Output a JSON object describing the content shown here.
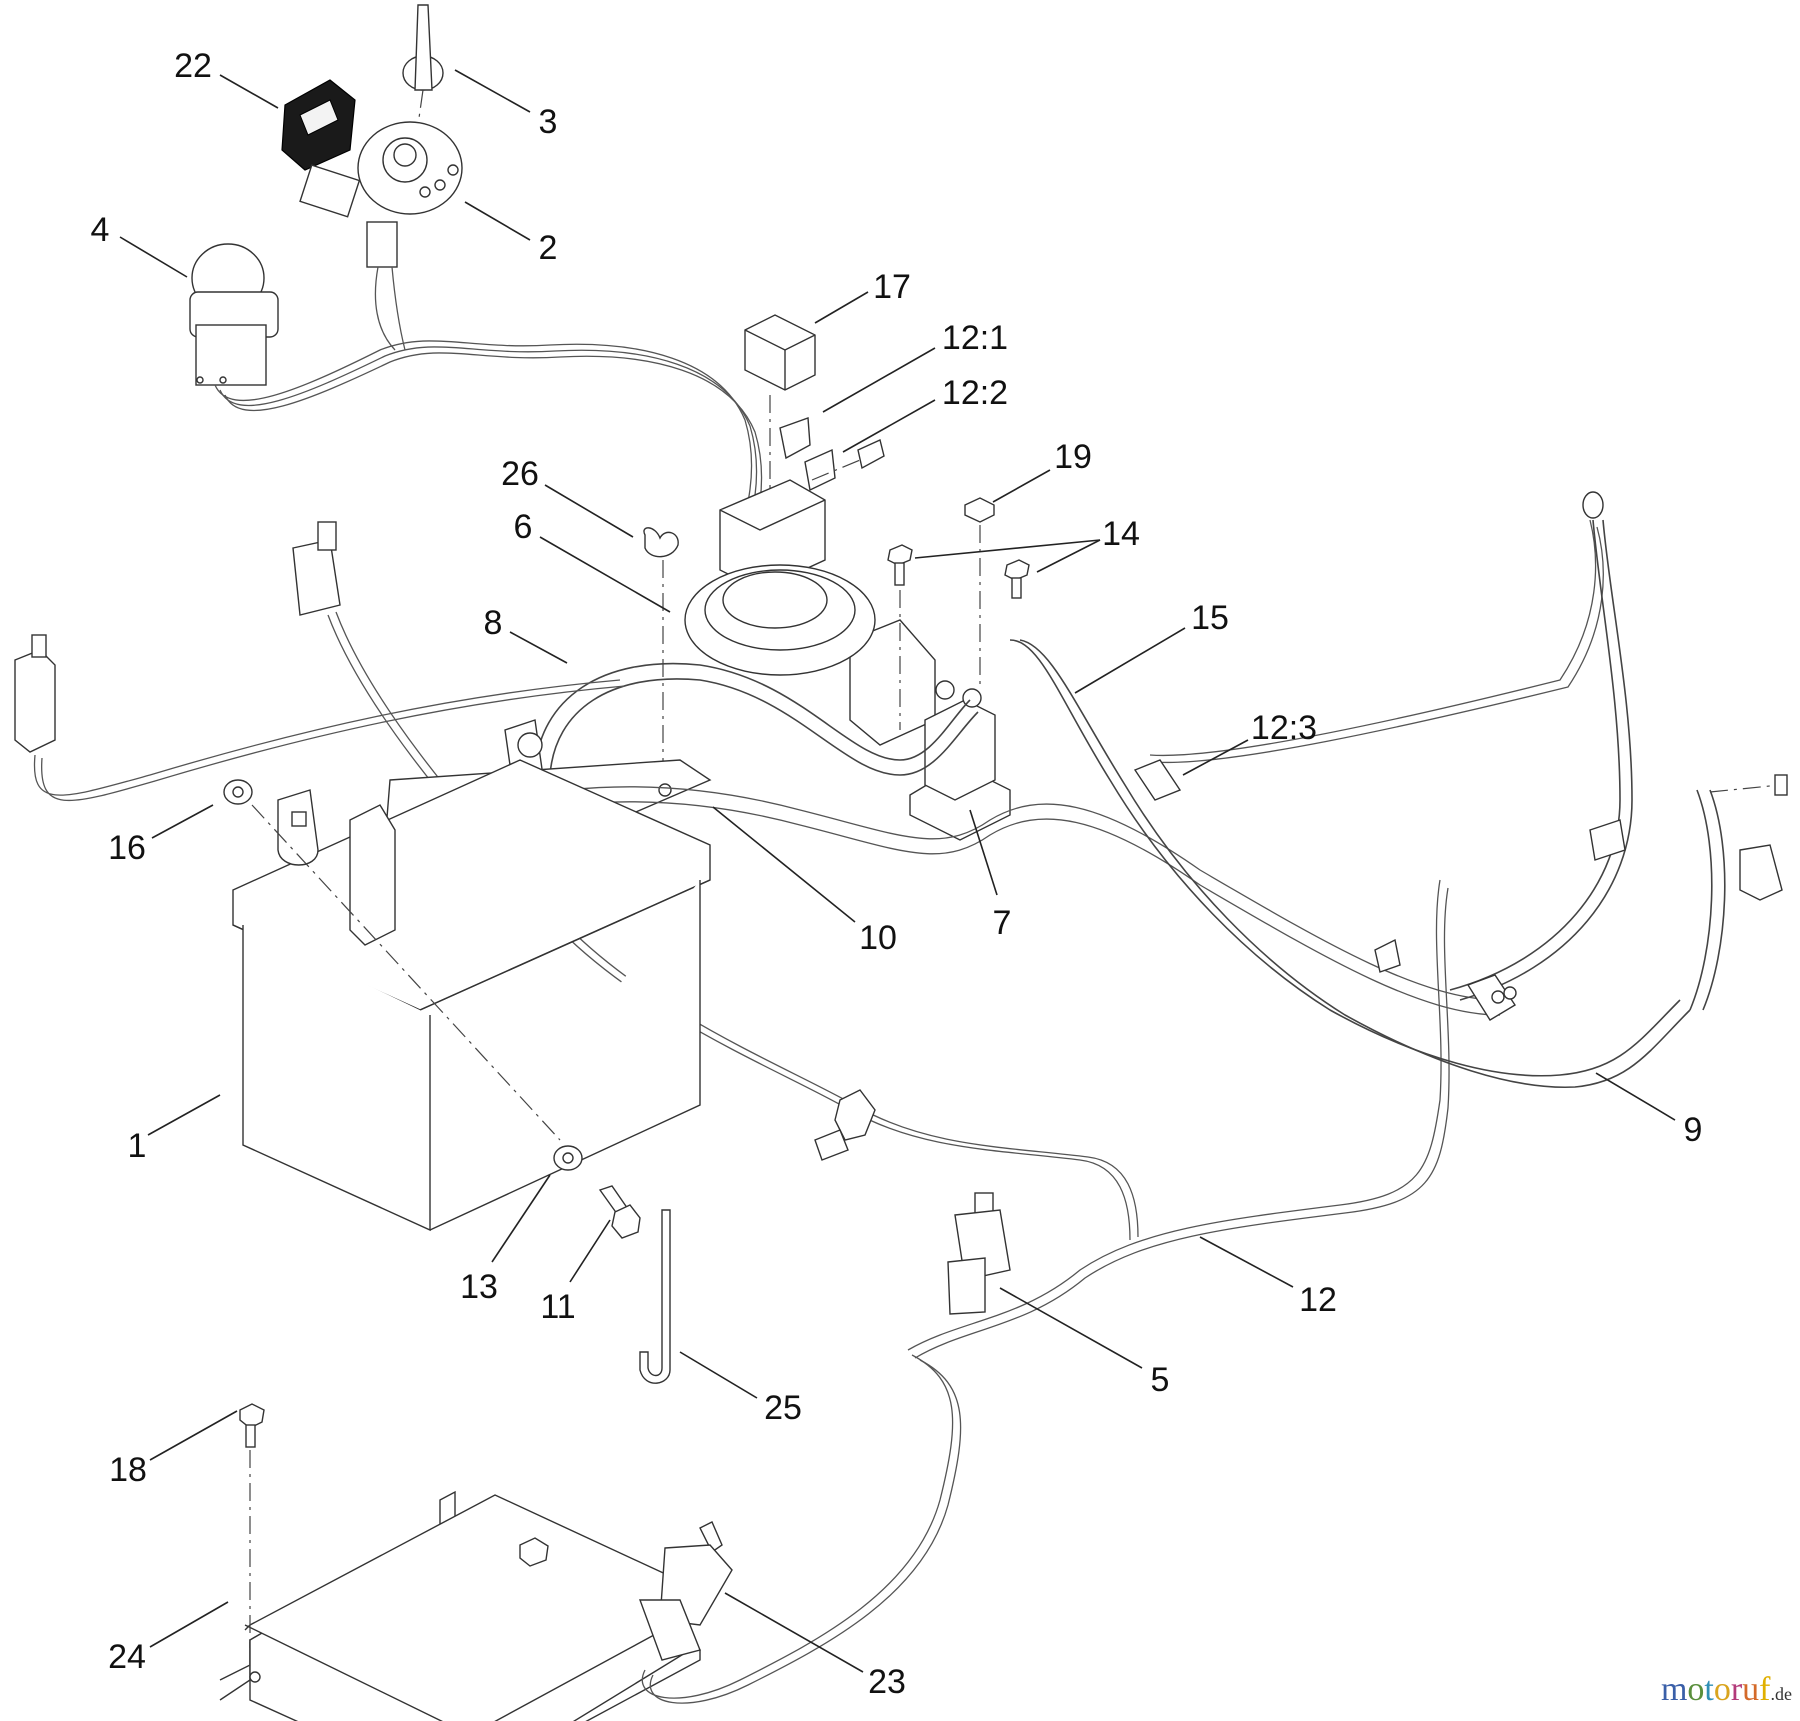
{
  "diagram": {
    "type": "exploded parts diagram - electrical system / wiring harness",
    "callouts": [
      {
        "id": "c22",
        "label": "22",
        "part": "relay-connector-block"
      },
      {
        "id": "c3",
        "label": "3",
        "part": "ignition-key"
      },
      {
        "id": "c2",
        "label": "2",
        "part": "ignition-switch"
      },
      {
        "id": "c4",
        "label": "4",
        "part": "pto-switch-knob"
      },
      {
        "id": "c17",
        "label": "17",
        "part": "relay"
      },
      {
        "id": "c12_1",
        "label": "12:1",
        "part": "fuse-1"
      },
      {
        "id": "c12_2",
        "label": "12:2",
        "part": "fuse-2"
      },
      {
        "id": "c19",
        "label": "19",
        "part": "nut"
      },
      {
        "id": "c26",
        "label": "26",
        "part": "wing-nut"
      },
      {
        "id": "c14",
        "label": "14",
        "part": "bolts"
      },
      {
        "id": "c6",
        "label": "6",
        "part": "fuse-block-cover"
      },
      {
        "id": "c8",
        "label": "8",
        "part": "positive-battery-cable"
      },
      {
        "id": "c15",
        "label": "15",
        "part": "cable"
      },
      {
        "id": "c12_3",
        "label": "12:3",
        "part": "fuse-3"
      },
      {
        "id": "c16",
        "label": "16",
        "part": "terminal-boot"
      },
      {
        "id": "c10",
        "label": "10",
        "part": "battery-hold-down-strap"
      },
      {
        "id": "c7",
        "label": "7",
        "part": "starter-solenoid"
      },
      {
        "id": "c9",
        "label": "9",
        "part": "negative-battery-cable"
      },
      {
        "id": "c1",
        "label": "1",
        "part": "battery"
      },
      {
        "id": "c13",
        "label": "13",
        "part": "washer"
      },
      {
        "id": "c11",
        "label": "11",
        "part": "bolt"
      },
      {
        "id": "c12",
        "label": "12",
        "part": "wiring-harness"
      },
      {
        "id": "c5",
        "label": "5",
        "part": "interlock-switch"
      },
      {
        "id": "c25",
        "label": "25",
        "part": "battery-rod"
      },
      {
        "id": "c18",
        "label": "18",
        "part": "flange-bolt"
      },
      {
        "id": "c24",
        "label": "24",
        "part": "battery-tray"
      },
      {
        "id": "c23",
        "label": "23",
        "part": "seat-switch"
      }
    ]
  },
  "watermark": {
    "letters": [
      "m",
      "o",
      "t",
      "o",
      "r",
      "u",
      "f"
    ],
    "suffix": ".de"
  }
}
